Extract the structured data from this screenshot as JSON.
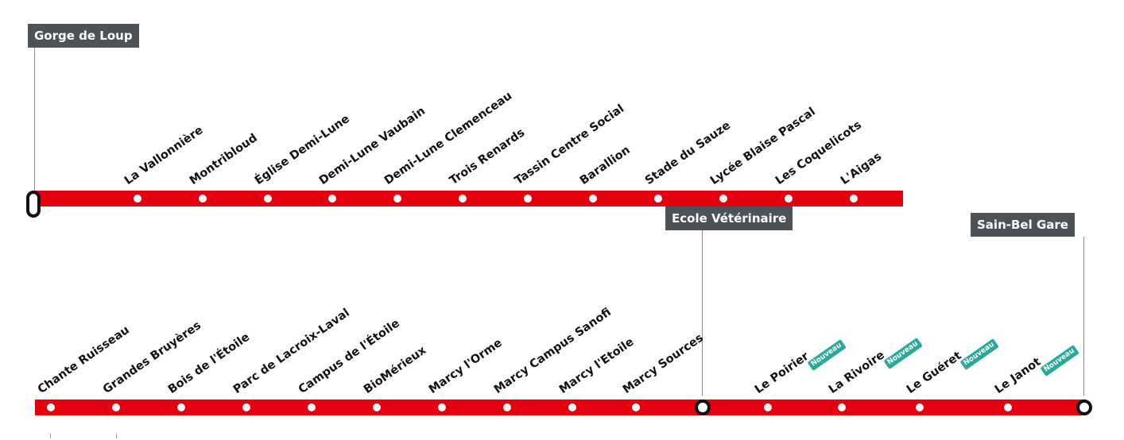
{
  "colors": {
    "line": "#e3000f",
    "terminal_box": "#4d5256",
    "connector": "#8a8a8a",
    "badge": "#2aa89a",
    "label_text": "#111111"
  },
  "badge_label": "Nouveau",
  "branches": [
    {
      "terminus_label": "Gorge de Loup",
      "stops": [
        {
          "name": "La Vallonnière"
        },
        {
          "name": "Montribloud"
        },
        {
          "name": "Église Demi-Lune"
        },
        {
          "name": "Demi-Lune Vaubain"
        },
        {
          "name": "Demi-Lune Clemenceau"
        },
        {
          "name": "Trois Renards"
        },
        {
          "name": "Tassin Centre Social"
        },
        {
          "name": "Barallion"
        },
        {
          "name": "Stade du Sauze"
        },
        {
          "name": "Lycée Blaise Pascal"
        },
        {
          "name": "Les Coquelicots"
        },
        {
          "name": "L'Aigas"
        }
      ]
    },
    {
      "stops": [
        {
          "name": "Chante Ruisseau"
        },
        {
          "name": "Grandes Bruyères"
        },
        {
          "name": "Bois de l'Étoile"
        },
        {
          "name": "Parc de Lacroix-Laval"
        },
        {
          "name": "Campus de l'Étoile"
        },
        {
          "name": "BioMérieux"
        },
        {
          "name": "Marcy l'Orme"
        },
        {
          "name": "Marcy Campus Sanofi"
        },
        {
          "name": "Marcy l'Etoile"
        },
        {
          "name": "Marcy Sources"
        }
      ],
      "interchange_label": "Ecole Vétérinaire",
      "new_stops": [
        {
          "name": "Le Poirier",
          "new": true
        },
        {
          "name": "La Rivoire",
          "new": true
        },
        {
          "name": "Le Guéret",
          "new": true
        },
        {
          "name": "Le Janot",
          "new": true
        }
      ],
      "terminus_label": "Sain-Bel Gare"
    }
  ]
}
